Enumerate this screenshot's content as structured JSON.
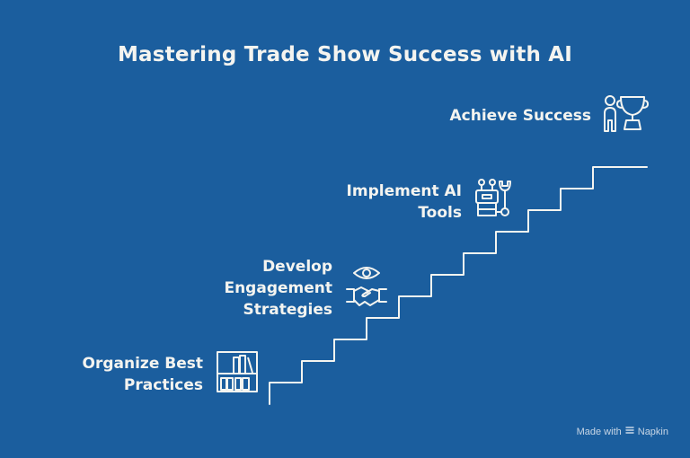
{
  "title": "Mastering Trade Show Success with AI",
  "steps": [
    {
      "label": "Organize Best\nPractices",
      "icon": "bookshelf-icon"
    },
    {
      "label": "Develop\nEngagement\nStrategies",
      "icon": "eye-handshake-icon"
    },
    {
      "label": "Implement AI\nTools",
      "icon": "robot-wrench-icon"
    },
    {
      "label": "Achieve Success",
      "icon": "person-trophy-icon"
    }
  ],
  "footer": {
    "prefix": "Made with",
    "brand": "Napkin"
  },
  "colors": {
    "background": "#1b5e9e",
    "foreground": "#f4f4f0"
  }
}
